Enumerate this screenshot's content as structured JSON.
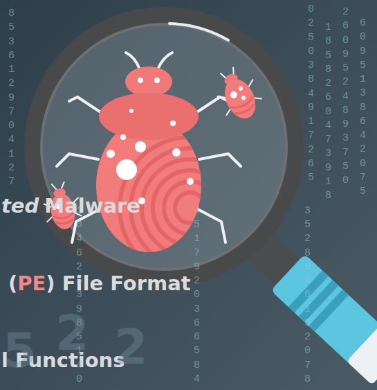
{
  "diagram": {
    "labels": [
      "ted",
      "Malware",
      "(",
      "PE",
      ") File Format",
      "l Functions",
      "0250384917265",
      "1858260473918",
      "2609524893750",
      "6095138642075",
      "3528946152078",
      "4517920366584",
      "8536129704127",
      "1046253985140",
      "5",
      "2",
      "2"
    ]
  }
}
